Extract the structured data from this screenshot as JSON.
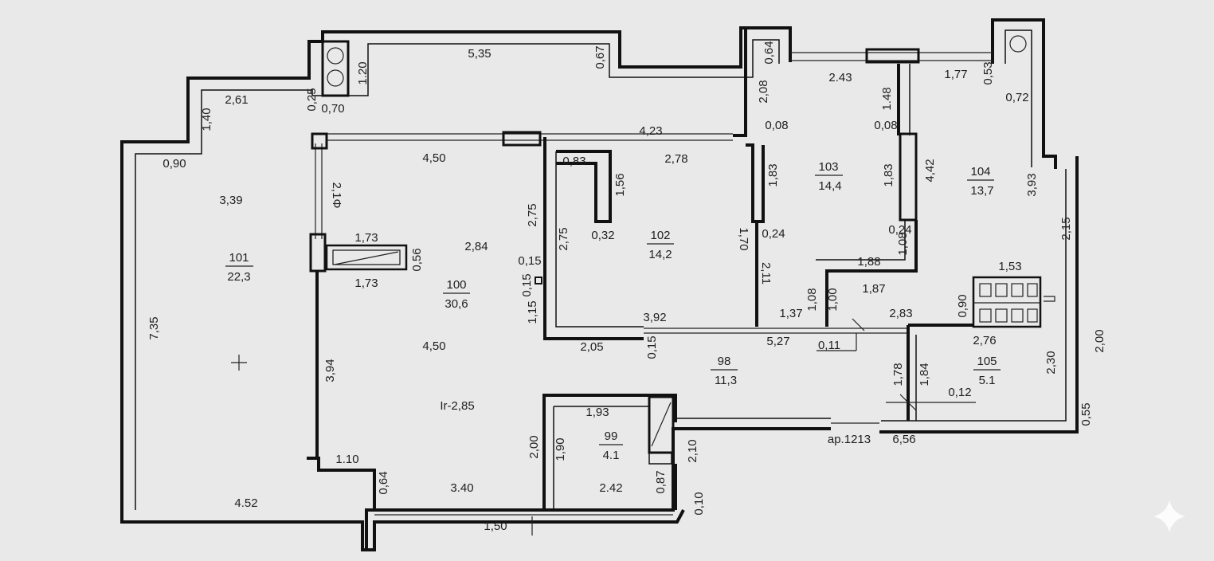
{
  "rooms": [
    {
      "id": "100",
      "area": "30,6"
    },
    {
      "id": "101",
      "area": "22,3"
    },
    {
      "id": "102",
      "area": "14,2"
    },
    {
      "id": "103",
      "area": "14,4"
    },
    {
      "id": "104",
      "area": "13,7"
    },
    {
      "id": "105",
      "area": "5.1"
    },
    {
      "id": "98",
      "area": "11,3"
    },
    {
      "id": "99",
      "area": "4.1"
    }
  ],
  "labels": {
    "ceiling_height": "Ir-2,85",
    "apartment": "ар.1213"
  },
  "dims": [
    "5,35",
    "0,67",
    "1.20",
    "0,25",
    "0,70",
    "2,61",
    "1,40",
    "0,90",
    "3,39",
    "7,35",
    "4.52",
    "4,50",
    "2,1Φ",
    "1,73",
    "0,56",
    "1,73",
    "2,84",
    "2,75",
    "0,15",
    "0,15",
    "1,15",
    "4,50",
    "3,94",
    "1.10",
    "0,64",
    "3.40",
    "1,50",
    "2,00",
    "1,90",
    "1,93",
    "2.42",
    "0,87",
    "2,10",
    "0,10",
    "4,23",
    "0,83",
    "2,78",
    "1,56",
    "0,32",
    "2,75",
    "1,70",
    "0,24",
    "2,11",
    "3,92",
    "2,05",
    "0,15",
    "0,64",
    "2,08",
    "0,08",
    "1,83",
    "2.43",
    "1.48",
    "0,08",
    "1,83",
    "0,24",
    "1,88",
    "1,87",
    "1,08",
    "1,08",
    "1,00",
    "1,37",
    "5,27",
    "0,11",
    "1,77",
    "0,53",
    "0,72",
    "4,42",
    "3,93",
    "2,15",
    "1,53",
    "0,90",
    "2,83",
    "2,76",
    "1,78",
    "1,84",
    "0,12",
    "2,30",
    "2,00",
    "0,55",
    "6,56"
  ],
  "colors": {
    "paper": "#e9e9e9",
    "ink": "#111111"
  }
}
